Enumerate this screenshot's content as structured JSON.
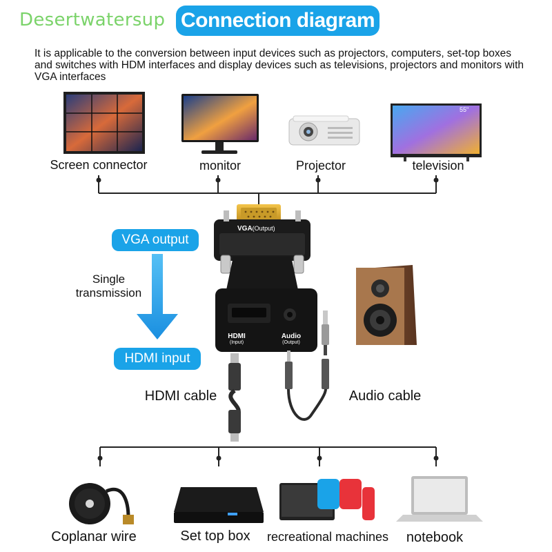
{
  "watermark": "Desertwatersup",
  "title": "Connection diagram",
  "description": "It is applicable to the conversion between input devices such as projectors, computers, set-top boxes and switches with HDM interfaces and display devices such as televisions, projectors and monitors with VGA interfaces",
  "top_devices": [
    {
      "label": "Screen connector"
    },
    {
      "label": "monitor"
    },
    {
      "label": "Projector"
    },
    {
      "label": "television"
    }
  ],
  "adapter": {
    "vga_label": "VGA",
    "vga_sub": "(Output)",
    "hdmi_label": "HDMI",
    "hdmi_sub": "(Input)",
    "audio_label": "Audio",
    "audio_sub": "(Output)"
  },
  "flow": {
    "vga_output": "VGA output",
    "single_line1": "Single",
    "single_line2": "transmission",
    "hdmi_input": "HDMI input"
  },
  "cables": {
    "hdmi": "HDMI cable",
    "audio": "Audio cable"
  },
  "bottom_devices": [
    {
      "label": "Coplanar wire"
    },
    {
      "label": "Set top box"
    },
    {
      "label": "recreational machines"
    },
    {
      "label": "notebook"
    }
  ],
  "tv_badge": "55\"",
  "colors": {
    "accent": "#1aa3e8",
    "watermark": "#7bd36a"
  }
}
